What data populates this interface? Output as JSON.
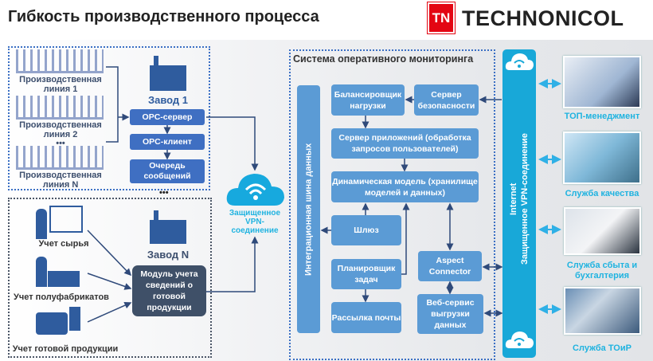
{
  "title": "Гибкость производственного процесса",
  "logo": {
    "mark": "TN",
    "text": "TECHNONICOL"
  },
  "plant1": {
    "lines": [
      "Производственная линия 1",
      "Производственная линия 2",
      "Производственная линия N"
    ],
    "ellipsis": "•••",
    "name": "Завод 1",
    "opc_server": "OPC-сервер",
    "opc_client": "OPC-клиент",
    "queue": "Очередь сообщений"
  },
  "between": "•••",
  "plantN": {
    "name": "Завод N",
    "items": [
      "Учет сырья",
      "Учет полуфабрикатов",
      "Учет готовой продукции"
    ],
    "module": "Модуль учета сведений о готовой продукции"
  },
  "vpn_cloud": "Защищенное VPN-соединение",
  "monitoring": {
    "title": "Система оперативного мониторинга",
    "bus": "Интеграционная шина данных",
    "balancer": "Балансировщик нагрузки",
    "security": "Сервер безопасности",
    "app_server": "Сервер приложений (обработка запросов пользователей)",
    "dyn_model": "Динамическая модель (хранилище моделей и данных)",
    "gateway": "Шлюз",
    "scheduler": "Планировщик задач",
    "mail": "Рассылка почты",
    "aspect": "Aspect Connector",
    "webservice": "Веб-сервис выгрузки данных"
  },
  "internet": {
    "line1": "Internet",
    "line2": "Защищенное VPN-соединение"
  },
  "services": [
    "ТОП-менеджмент",
    "Служба качества",
    "Служба сбыта и бухгалтерия",
    "Служба ТОиР"
  ]
}
